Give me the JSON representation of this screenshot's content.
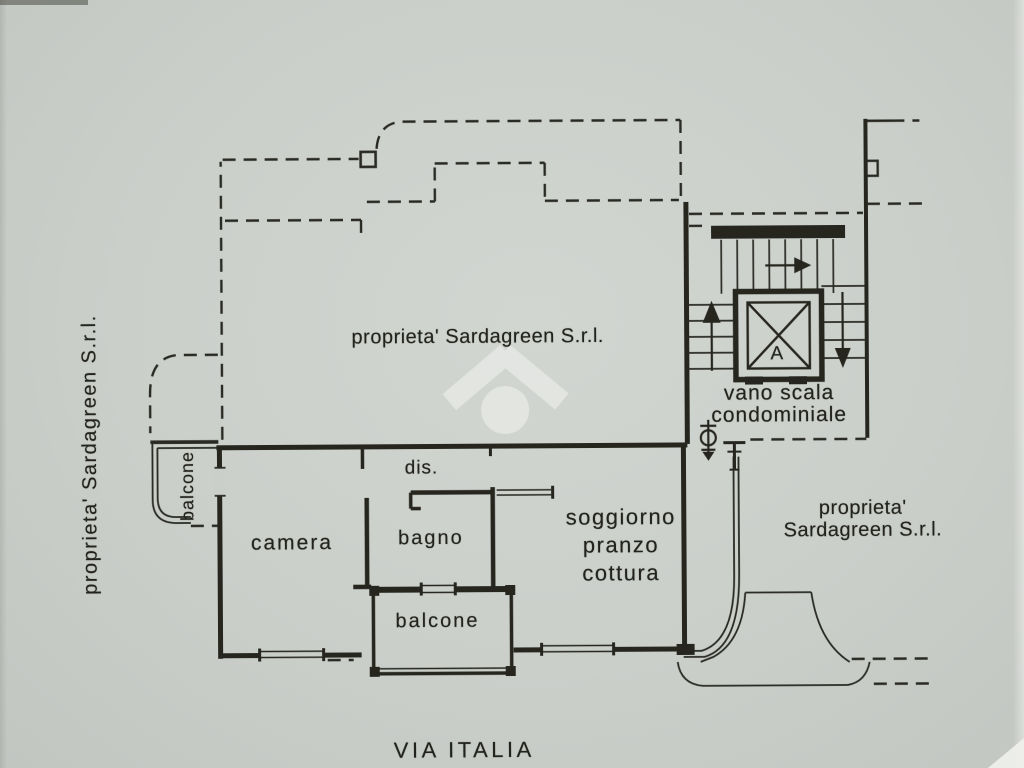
{
  "palette": {
    "paper": "#cbcfca",
    "ink": "#26261f",
    "watermark": "#f1f3ef"
  },
  "plan": {
    "street": "VIA ITALIA",
    "owner_left": "proprieta' Sardagreen S.r.l.",
    "owner_center": "proprieta' Sardagreen S.r.l.",
    "owner_right_line1": "proprieta'",
    "owner_right_line2": "Sardagreen S.r.l.",
    "stair_line1": "vano scala",
    "stair_line2": "condominiale",
    "elevator_letter": "A",
    "rooms": {
      "bedroom": "camera",
      "hall": "dis.",
      "bath": "bagno",
      "living1": "soggiorno",
      "living2": "pranzo",
      "living3": "cottura",
      "balcony_side": "balcone",
      "balcony_front": "balcone"
    }
  }
}
